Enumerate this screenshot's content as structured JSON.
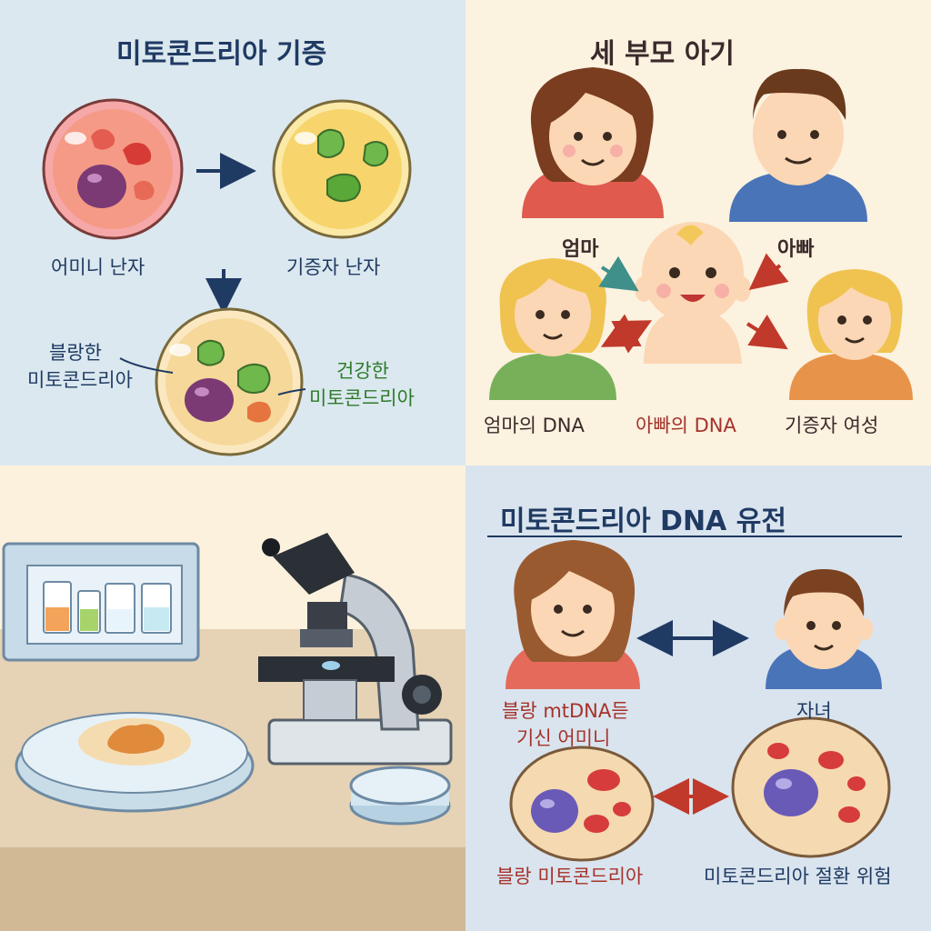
{
  "panel1": {
    "title": "미토콘드리아 기증",
    "mother_egg": "어미니 난자",
    "donor_egg": "기증자 난자",
    "unhealthy_line1": "블랑한",
    "unhealthy_line2": "미토콘드리아",
    "healthy_line1": "건강한",
    "healthy_line2": "미토콘드리아"
  },
  "panel2": {
    "title": "세 부모 아기",
    "mom": "엄마",
    "dad": "아빠",
    "mom_dna": "엄마의 DNA",
    "dad_dna": "아빠의 DNA",
    "donor_female": "기증자 여성"
  },
  "panel4": {
    "title": "미토콘드리아 DNA 유전",
    "mother_line1": "블랑 mtDNA듣",
    "mother_line2": "기신 어미니",
    "child": "자녀",
    "unhealthy_mito": "블랑 미토콘드리아",
    "risk": "미토콘드리아 절환 위험"
  },
  "colors": {
    "navy": "#1f3a63",
    "green": "#2e7a2a",
    "red": "#a6322a"
  }
}
